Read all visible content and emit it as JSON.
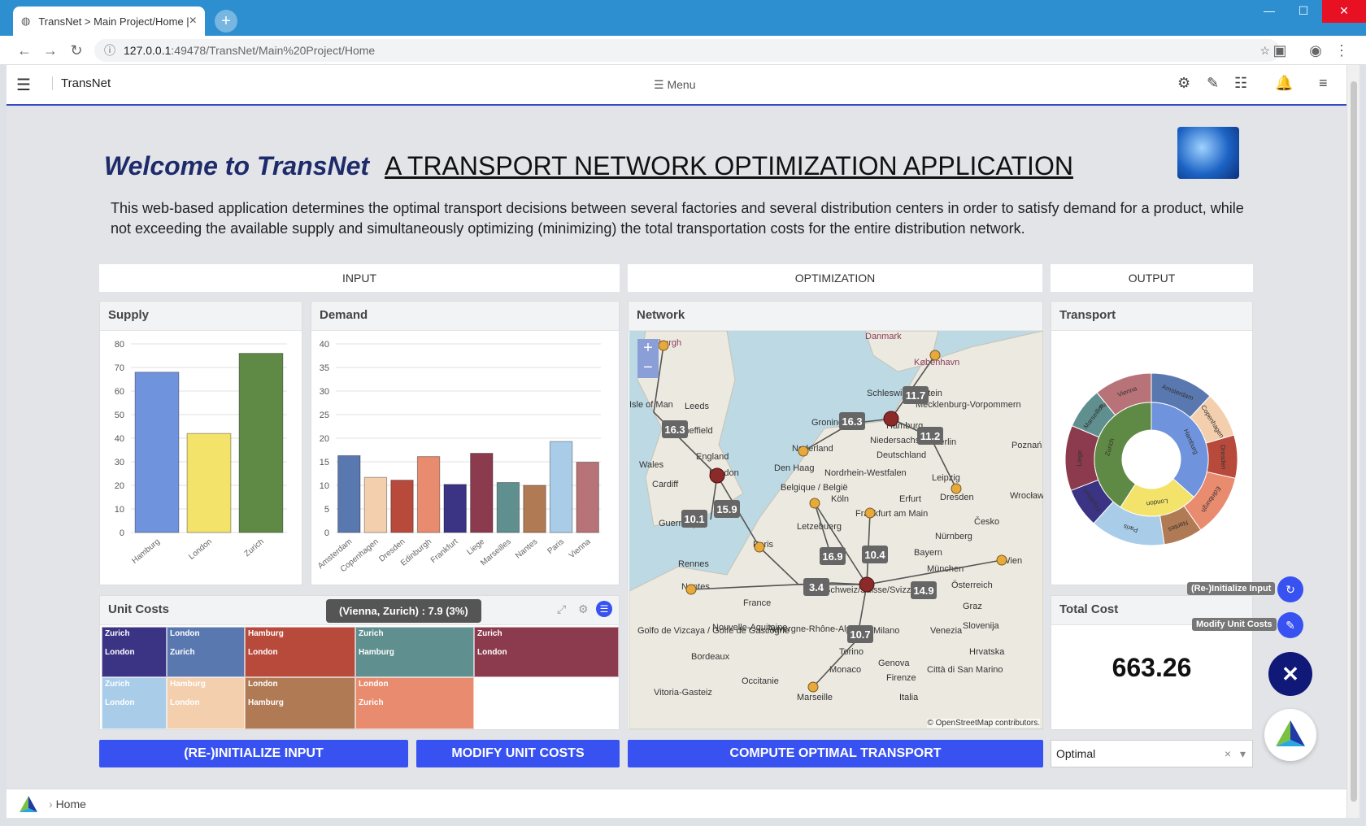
{
  "browser": {
    "tab_title": "TransNet > Main Project/Home |",
    "url_host": "127.0.0.1",
    "url_rest": ":49478/TransNet/Main%20Project/Home"
  },
  "header": {
    "app_name": "TransNet",
    "menu_label": "Menu"
  },
  "intro": {
    "welcome": "Welcome to TransNet",
    "subtitle": "A TRANSPORT  NETWORK  OPTIMIZATION  APPLICATION",
    "description": "This web-based application determines the optimal transport decisions between several factories and several distribution centers in order to satisfy demand for a product, while not exceeding the available supply and simultaneously optimizing (minimizing) the total transportation costs for the entire distribution network."
  },
  "sections": {
    "input": "INPUT",
    "optimization": "OPTIMIZATION",
    "output": "OUTPUT"
  },
  "panels": {
    "supply": "Supply",
    "demand": "Demand",
    "network": "Network",
    "transport": "Transport",
    "unit_costs": "Unit Costs",
    "total_cost": "Total Cost"
  },
  "total_cost_value": "663.26",
  "buttons": {
    "reinit": "(RE-)INITIALIZE INPUT",
    "modify": "MODIFY UNIT COSTS",
    "compute": "COMPUTE OPTIMAL TRANSPORT"
  },
  "select_value": "Optimal",
  "fab": {
    "reinit_label": "(Re-)Initialize Input",
    "modify_label": "Modify Unit Costs"
  },
  "tooltip": "(Vienna, Zurich) : 7.9 (3%)",
  "footer": {
    "crumb": "Home"
  },
  "map": {
    "attribution": "© OpenStreetMap contributors.",
    "places": [
      "Danmark",
      "København",
      "Edinburgh",
      "Leeds",
      "Sheffield",
      "England",
      "Wales",
      "Cardiff",
      "London",
      "Nederland",
      "Den Haag",
      "Groningen",
      "Hamburg",
      "Berlin",
      "Niedersachsen",
      "Deutschland",
      "Leipzig",
      "Dresden",
      "Belgique / België",
      "Köln",
      "Frankfurt am Main",
      "Erfurt",
      "Česko",
      "Nürnberg",
      "Paris",
      "Rennes",
      "Nantes",
      "France",
      "Letzebuerg",
      "Schweiz/Suisse/Svizzera",
      "München",
      "Österreich",
      "Graz",
      "Slovenija",
      "Venezia",
      "Milano",
      "Torino",
      "Genova",
      "Firenze",
      "Monaco",
      "Marseille",
      "Bordeaux",
      "Vitoria-Gasteiz",
      "Guernsey",
      "Isle of Man",
      "Schleswig-Holstein",
      "Mecklenburg-Vorpommern",
      "Nordrhein-Westfalen",
      "Bayern",
      "Hrvatska",
      "Città di San Marino",
      "Italia",
      "Nouvelle-Aquitaine",
      "Auvergne-Rhône-Alpes",
      "Occitanie",
      "Golfo de Vizcaya / Golfe de Gascogne",
      "Wien",
      "Poznań",
      "Wrocław"
    ],
    "labels": [
      "16.3",
      "16.3",
      "11.7",
      "11.2",
      "10.1",
      "15.9",
      "16.9",
      "10.4",
      "3.4",
      "14.9",
      "10.7"
    ]
  },
  "chart_data": [
    {
      "type": "bar",
      "title": "Supply",
      "categories": [
        "Hamburg",
        "London",
        "Zurich"
      ],
      "values": [
        68,
        42,
        76
      ],
      "colors": [
        "#6f93dc",
        "#f3e36b",
        "#5f8a45"
      ],
      "ylim": [
        0,
        80
      ],
      "yticks": [
        0,
        10,
        20,
        30,
        40,
        50,
        60,
        70,
        80
      ]
    },
    {
      "type": "bar",
      "title": "Demand",
      "categories": [
        "Amsterdam",
        "Copenhagen",
        "Dresden",
        "Edinburgh",
        "Frankfurt",
        "Liege",
        "Marseilles",
        "Nantes",
        "Paris",
        "Vienna"
      ],
      "values": [
        16.3,
        11.7,
        11.1,
        16.1,
        10.2,
        16.8,
        10.6,
        10,
        19.3,
        14.9
      ],
      "colors": [
        "#5a78b0",
        "#f3cfae",
        "#b84a3c",
        "#e98b6f",
        "#3b3384",
        "#8c3a4d",
        "#5f8f8f",
        "#b07a54",
        "#a9cde9",
        "#b87378"
      ],
      "ylim": [
        0,
        40
      ],
      "yticks": [
        0,
        5,
        10,
        15,
        20,
        25,
        30,
        35,
        40
      ]
    },
    {
      "type": "pie",
      "title": "Transport",
      "inner": [
        {
          "name": "Hamburg",
          "value": 68,
          "color": "#6f93dc"
        },
        {
          "name": "London",
          "value": 42,
          "color": "#f3e36b"
        },
        {
          "name": "Zurich",
          "value": 76,
          "color": "#5f8a45"
        }
      ],
      "outer": [
        {
          "name": "Amsterdam",
          "value": 16.3,
          "color": "#5a78b0"
        },
        {
          "name": "Copenhagen",
          "value": 11.7,
          "color": "#f3cfae"
        },
        {
          "name": "Dresden",
          "value": 11.1,
          "color": "#b84a3c"
        },
        {
          "name": "Edinburgh",
          "value": 16.1,
          "color": "#e98b6f"
        },
        {
          "name": "Nantes",
          "value": 10,
          "color": "#b07a54"
        },
        {
          "name": "Paris",
          "value": 19.3,
          "color": "#a9cde9"
        },
        {
          "name": "Frankfurt",
          "value": 10.2,
          "color": "#3b3384"
        },
        {
          "name": "Liege",
          "value": 16.8,
          "color": "#8c3a4d"
        },
        {
          "name": "Marseilles",
          "value": 10.6,
          "color": "#5f8f8f"
        },
        {
          "name": "Paris",
          "value": 0.01,
          "color": "#a9cde9"
        },
        {
          "name": "Vienna",
          "value": 14.9,
          "color": "#b87378"
        }
      ]
    }
  ],
  "treemap": [
    {
      "label": "Zurich",
      "sub": "London",
      "color": "#3b3384"
    },
    {
      "label": "London",
      "sub": "Zurich",
      "color": "#5a78b0"
    },
    {
      "label": "Hamburg",
      "sub": "London",
      "color": "#b84a3c"
    },
    {
      "label": "Zurich",
      "sub": "Hamburg",
      "color": "#5f8f8f"
    },
    {
      "label": "Zurich",
      "sub": "London",
      "color": "#8c3a4d"
    },
    {
      "label": "Zurich",
      "sub": "London",
      "color": "#a9cde9"
    },
    {
      "label": "Hamburg",
      "sub": "London",
      "color": "#f3cfae"
    },
    {
      "label": "London",
      "sub": "Hamburg",
      "color": "#b07a54"
    },
    {
      "label": "London",
      "sub": "Zurich",
      "color": "#e98b6f"
    }
  ]
}
